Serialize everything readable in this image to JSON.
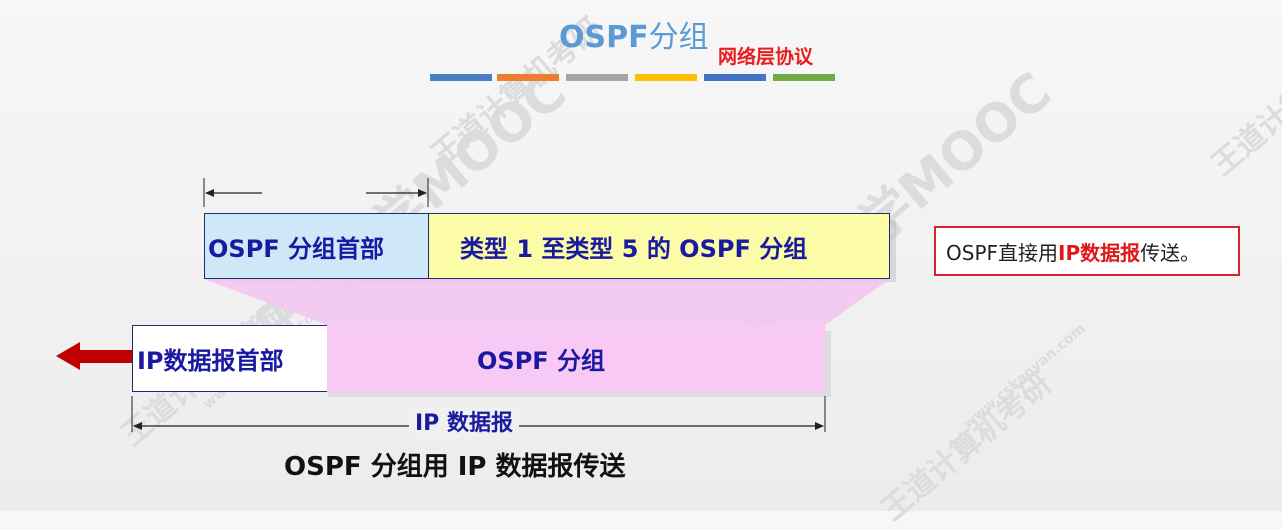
{
  "title": {
    "main": "OSPF",
    "zh": "分组"
  },
  "subtitle": "网络层协议",
  "stripes": [
    "#4a7fc1",
    "#ed7d31",
    "#a5a5a5",
    "#ffc000",
    "#4472c4",
    "#70ad47"
  ],
  "diagram": {
    "ospf_header": "OSPF 分组首部",
    "ospf_types": "类型 1 至类型 5 的 OSPF 分组",
    "ip_header": "IP数据报首部",
    "ospf_packet": "OSPF 分组",
    "ip_datagram": "IP 数据报",
    "caption": "OSPF 分组用 IP 数据报传送"
  },
  "note": {
    "pre": "OSPF直接用",
    "highlight": "IP数据报",
    "post": "传送。"
  },
  "watermark": {
    "brand": "王道计算机考研",
    "mooc": "中国大学MOOC",
    "site": "www.cskaoyan.com"
  },
  "colors": {
    "title": "#5b9bd5",
    "subtitle": "#e81c1c",
    "arrow": "#c00000",
    "ospf_header_fill": "#cfe8f8",
    "ospf_type_fill": "#fbfba8",
    "ip_payload_fill": "#f9c9f5",
    "note_border": "#d9232d"
  }
}
